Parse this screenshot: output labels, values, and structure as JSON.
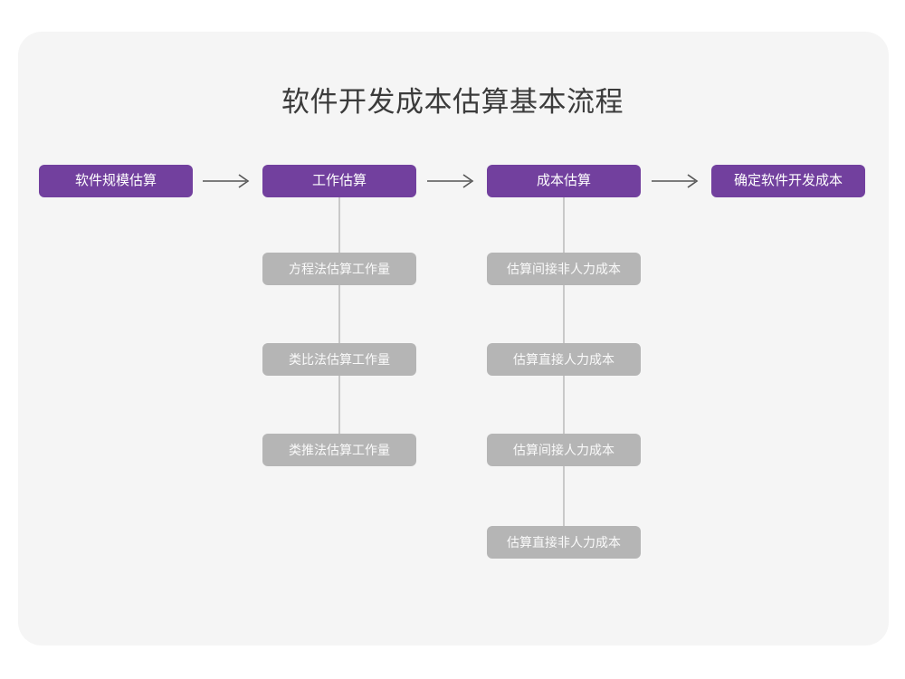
{
  "page": {
    "title": "软件开发成本估算基本流程",
    "background_color": "#ffffff",
    "card_color": "#f5f5f5"
  },
  "colors": {
    "stage": "#72409e",
    "sub": "#b5b5b5",
    "title_text": "#3b3b3b",
    "stage_text": "#ffffff",
    "sub_text": "#fafafa",
    "connector": "#c9c9c9",
    "arrow": "#555555"
  },
  "diagram": {
    "type": "flowchart",
    "direction": "left-to-right with vertical sub-branches",
    "stages": [
      {
        "label": "软件规模估算",
        "sub_steps": []
      },
      {
        "label": "工作估算",
        "sub_steps": [
          "方程法估算工作量",
          "类比法估算工作量",
          "类推法估算工作量"
        ]
      },
      {
        "label": "成本估算",
        "sub_steps": [
          "估算间接非人力成本",
          "估算直接人力成本",
          "估算间接人力成本",
          "估算直接非人力成本"
        ]
      },
      {
        "label": "确定软件开发成本",
        "sub_steps": []
      }
    ],
    "connectors": [
      {
        "name": "arrow-stage-1-to-2",
        "glyph": "right-arrow"
      },
      {
        "name": "arrow-stage-2-to-3",
        "glyph": "right-arrow"
      },
      {
        "name": "arrow-stage-3-to-4",
        "glyph": "right-arrow"
      }
    ]
  }
}
